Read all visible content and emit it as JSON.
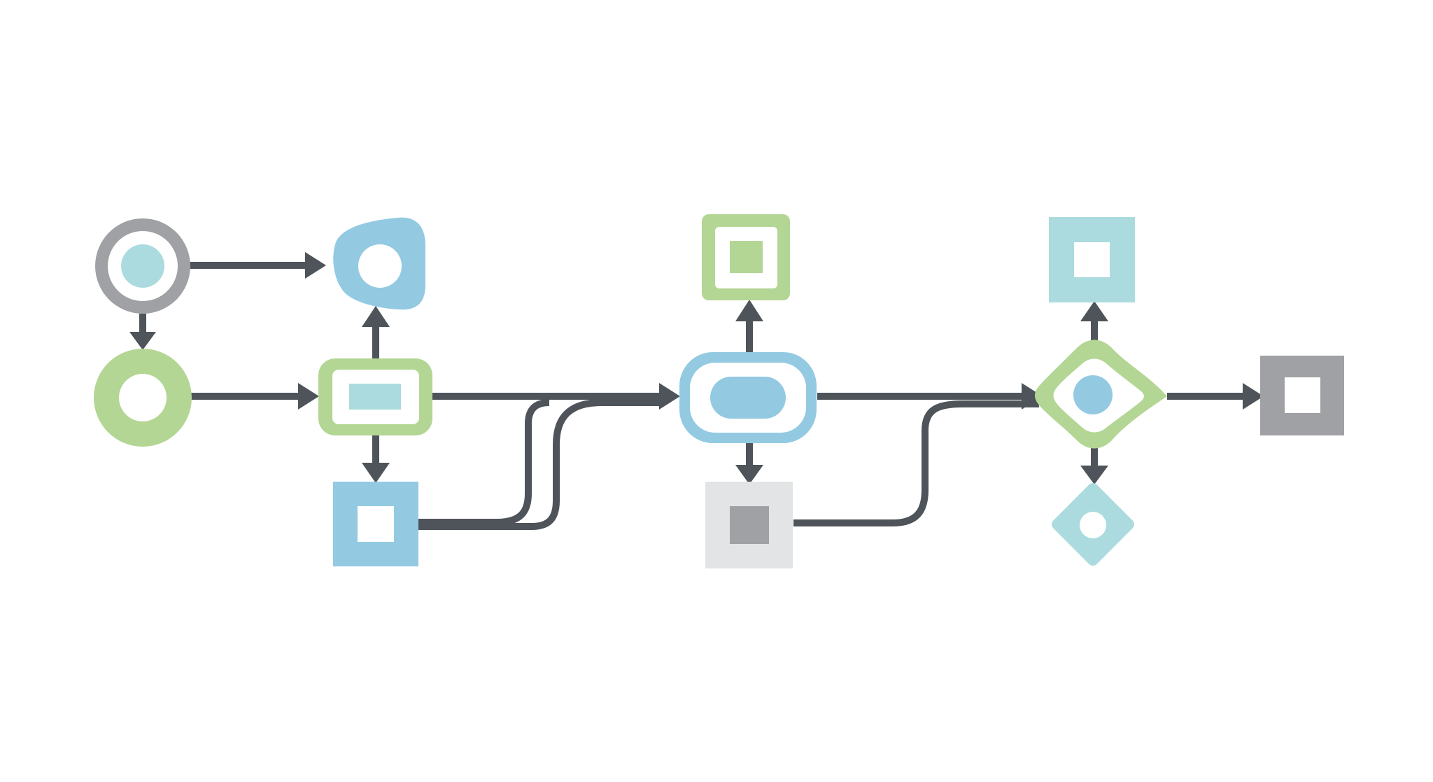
{
  "diagram": {
    "type": "flowchart",
    "text_labels": [],
    "colors": {
      "background": "#ffffff",
      "connector": "#4e5459",
      "gray": "#a0a1a4",
      "light_gray": "#e2e4e6",
      "green": "#b3d694",
      "blue": "#93cae2",
      "teal": "#abdbde",
      "white": "#ffffff"
    },
    "nodes": [
      {
        "id": "start-ring",
        "shape": "ring-with-dot",
        "color": "gray",
        "inner": "teal"
      },
      {
        "id": "green-ring",
        "shape": "ring",
        "color": "green"
      },
      {
        "id": "blue-blob",
        "shape": "blob-with-dot",
        "color": "blue"
      },
      {
        "id": "green-card",
        "shape": "rounded-rect-with-bar",
        "color": "green",
        "inner": "teal"
      },
      {
        "id": "blue-square",
        "shape": "square-with-hole",
        "color": "blue"
      },
      {
        "id": "green-box",
        "shape": "rounded-square-with-square",
        "color": "green"
      },
      {
        "id": "blue-pill",
        "shape": "capsule-with-pill",
        "color": "blue"
      },
      {
        "id": "gray-square",
        "shape": "square-with-square",
        "color": "light_gray",
        "inner": "gray"
      },
      {
        "id": "teal-square",
        "shape": "square-with-hole",
        "color": "teal"
      },
      {
        "id": "green-diamond",
        "shape": "diamond-with-dot",
        "color": "green",
        "inner": "blue"
      },
      {
        "id": "teal-diamond",
        "shape": "diamond-with-hole",
        "color": "teal"
      },
      {
        "id": "end-square",
        "shape": "square-with-hole",
        "color": "gray"
      }
    ],
    "connectors": [
      {
        "from": "start-ring",
        "to": "blue-blob"
      },
      {
        "from": "start-ring",
        "to": "green-ring"
      },
      {
        "from": "green-ring",
        "to": "green-card"
      },
      {
        "from": "green-card",
        "to": "blue-blob"
      },
      {
        "from": "green-card",
        "to": "blue-square"
      },
      {
        "from": "green-card",
        "to": "blue-pill"
      },
      {
        "from": "blue-square",
        "to": "blue-pill"
      },
      {
        "from": "blue-pill",
        "to": "green-box"
      },
      {
        "from": "blue-pill",
        "to": "gray-square"
      },
      {
        "from": "blue-pill",
        "to": "green-diamond"
      },
      {
        "from": "gray-square",
        "to": "green-diamond"
      },
      {
        "from": "green-diamond",
        "to": "teal-square"
      },
      {
        "from": "green-diamond",
        "to": "teal-diamond"
      },
      {
        "from": "green-diamond",
        "to": "end-square"
      }
    ]
  }
}
